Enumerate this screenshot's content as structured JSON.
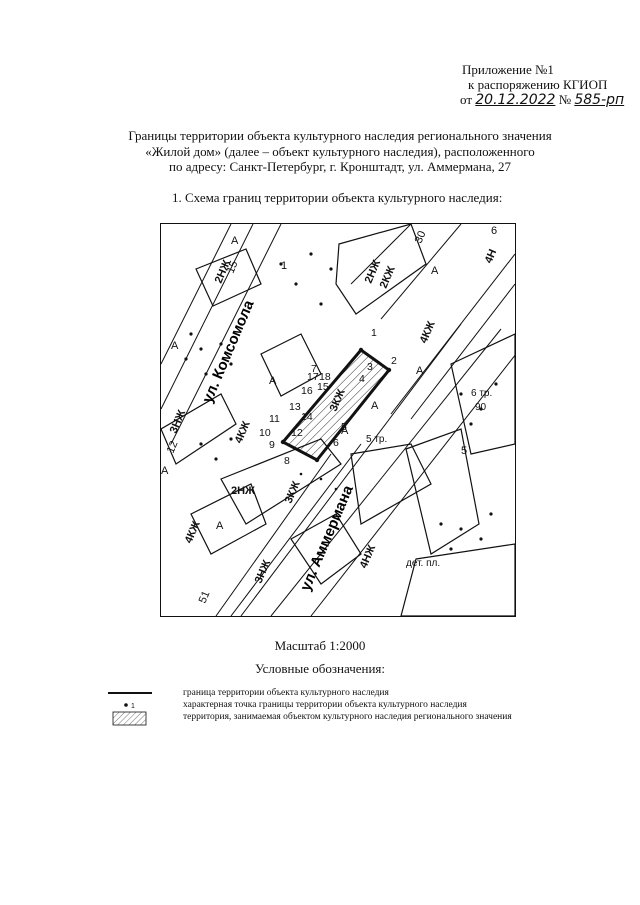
{
  "appendix": {
    "line1": "Приложение №1",
    "line2": "к распоряжению КГИОП",
    "prefix_from": "от",
    "date": "20.12.2022",
    "prefix_no": "№",
    "number": "585-рп"
  },
  "title": {
    "line1": "Границы территории объекта культурного наследия регионального значения",
    "line2": "«Жилой дом» (далее – объект культурного наследия), расположенного",
    "line3": "по адресу: Санкт-Петербург, г. Кронштадт, ул. Аммермана, 27"
  },
  "section_1": "1.   Схема границ территории объекта культурного наследия:",
  "map": {
    "street_1": "ул. Комсомола",
    "street_2": "ул. Аммермана",
    "building_labels": [
      "2НЖ",
      "2НЖ",
      "3КЖ",
      "4КЖ",
      "3НЖ",
      "2НЖ",
      "4НЖ",
      "4КЖ",
      "3КЖ",
      "3НЖ",
      "4Н",
      "2КЖ",
      "4КЖ"
    ],
    "other_labels": [
      "А",
      "А",
      "А",
      "А",
      "А",
      "А",
      "А",
      "А",
      "А",
      "1",
      "15",
      "12",
      "5",
      "51",
      "30",
      "6",
      "5 тр.",
      "6 тр.",
      "90",
      "дет. пл."
    ],
    "point_numbers": [
      "1",
      "2",
      "3",
      "4",
      "5",
      "6",
      "7",
      "8",
      "9",
      "10",
      "11",
      "12",
      "13",
      "14",
      "15",
      "16",
      "17",
      "18"
    ]
  },
  "scale": "Масштаб 1:2000",
  "legend": {
    "title": "Условные обозначения:",
    "items": [
      {
        "symbol": "line",
        "text": "граница территории объекта культурного наследия"
      },
      {
        "symbol": "point",
        "symbol_label": "1",
        "text": "характерная точка границы территории объекта культурного наследия"
      },
      {
        "symbol": "hatch",
        "text": "территория, занимаемая объектом культурного наследия регионального значения"
      }
    ]
  },
  "colors": {
    "ink": "#111111",
    "background": "#ffffff"
  }
}
